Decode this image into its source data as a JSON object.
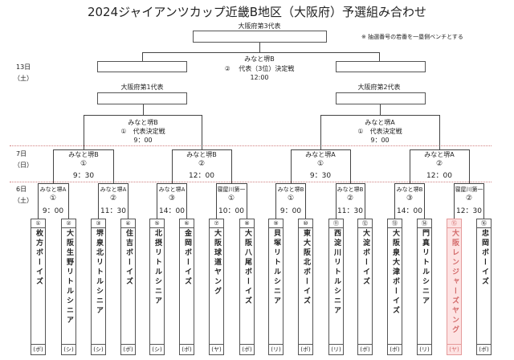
{
  "title": "2024ジャイアンツカップ近畿B地区（大阪府）予選組み合わせ",
  "note": "※ 抽選番号の若番を一塁側ベンチとする",
  "third_rep_label": "大阪府第3代表",
  "rep1_label": "大阪府第1代表",
  "rep2_label": "大阪府第2代表",
  "days": [
    {
      "day": "13日",
      "weekday": "（土）"
    },
    {
      "day": "7日",
      "weekday": "（日）"
    },
    {
      "day": "6日",
      "weekday": "（土）"
    }
  ],
  "final_match": {
    "venue": "みなと堺B",
    "no": "②　 代表（3位）決定戦",
    "time": "12:00"
  },
  "round3": [
    {
      "venue": "みなと堺B",
      "no": "①　代表決定戦",
      "time": "9：00"
    },
    {
      "venue": "みなと堺A",
      "no": "①　代表決定戦",
      "time": "9：00"
    }
  ],
  "round2": [
    {
      "venue": "みなと堺B",
      "no": "①",
      "time": "9：30"
    },
    {
      "venue": "みなと堺B",
      "no": "②",
      "time": "12：00"
    },
    {
      "venue": "みなと堺A",
      "no": "①",
      "time": "9：30"
    },
    {
      "venue": "みなと堺A",
      "no": "②",
      "time": "12：00"
    }
  ],
  "round1": [
    {
      "venue": "みなと堺A",
      "no": "①",
      "time": "9：00"
    },
    {
      "venue": "みなと堺A",
      "no": "②",
      "time": "11：30"
    },
    {
      "venue": "みなと堺A",
      "no": "③",
      "time": "14：00"
    },
    {
      "venue": "寝屋川第一",
      "no": "①",
      "time": "10：00"
    },
    {
      "venue": "みなと堺B",
      "no": "①",
      "time": "9：00"
    },
    {
      "venue": "みなと堺B",
      "no": "②",
      "time": "11：30"
    },
    {
      "venue": "みなと堺B",
      "no": "③",
      "time": "14：00"
    },
    {
      "venue": "寝屋川第一",
      "no": "②",
      "time": "12：30"
    }
  ],
  "teams": [
    {
      "no": "①",
      "name": "枚方ボーイズ",
      "league": "(ボ)"
    },
    {
      "no": "②",
      "name": "大阪生野リトルシニア",
      "league": "(シ)"
    },
    {
      "no": "③",
      "name": "堺泉北リトルシニア",
      "league": "(シ)"
    },
    {
      "no": "④",
      "name": "住吉ボーイズ",
      "league": "(ボ)"
    },
    {
      "no": "⑤",
      "name": "北摂リトルシニア",
      "league": "(シ)"
    },
    {
      "no": "⑥",
      "name": "金岡ボーイズ",
      "league": "(ボ)"
    },
    {
      "no": "⑦",
      "name": "大阪球道ヤング",
      "league": "(ヤ)"
    },
    {
      "no": "⑧",
      "name": "大阪八尾ボーイズ",
      "league": "(ボ)"
    },
    {
      "no": "⑨",
      "name": "貝塚リトルシニア",
      "league": "(リ)"
    },
    {
      "no": "⑩",
      "name": "東大阪北ボーイズ",
      "league": "(ボ)"
    },
    {
      "no": "⑪",
      "name": "西淀川リトルシニア",
      "league": "(リ)"
    },
    {
      "no": "⑫",
      "name": "大淀ボーイズ",
      "league": "(ボ)"
    },
    {
      "no": "⑬",
      "name": "大阪泉大津ボーイズ",
      "league": "(ボ)"
    },
    {
      "no": "⑭",
      "name": "門真リトルシニア",
      "league": "(リ)"
    },
    {
      "no": "⑮",
      "name": "大阪レンジャーズヤング",
      "league": "(ヤ)",
      "highlight": true
    },
    {
      "no": "⑯",
      "name": "忠岡ボーイズ",
      "league": "(ボ)"
    }
  ],
  "colors": {
    "highlight_bg": "#fde3e3",
    "highlight_text": "#d36a6a",
    "day_divider": "#d08080"
  }
}
